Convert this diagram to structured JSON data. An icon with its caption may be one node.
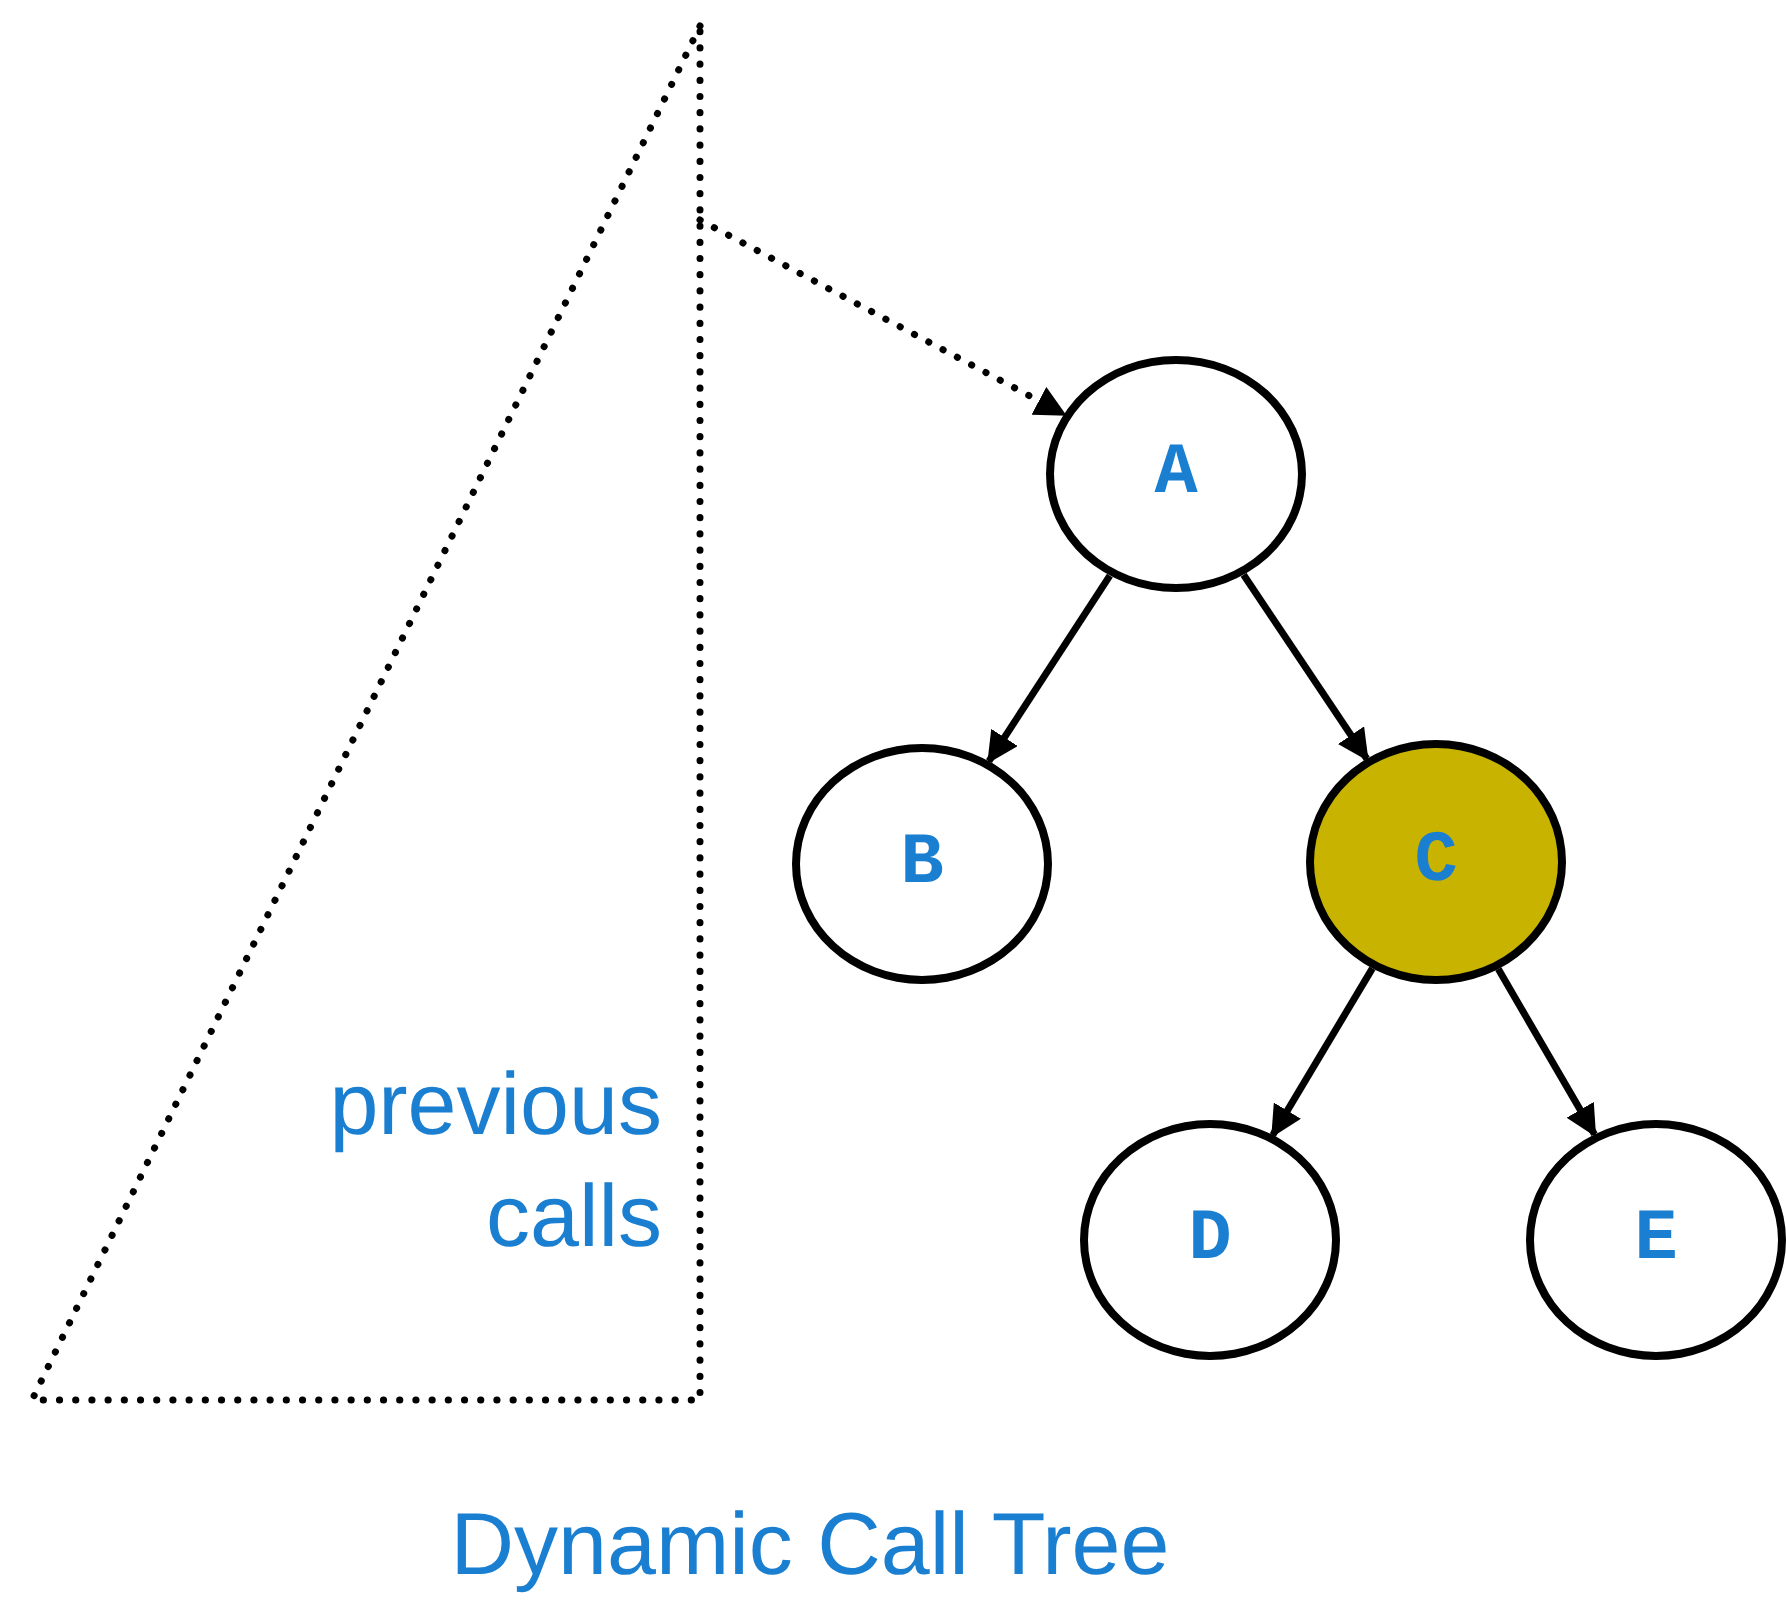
{
  "diagram": {
    "caption": "Dynamic Call Tree",
    "nodes": [
      {
        "text": [
          "previous calls"
        ]
      },
      {
        "text": [
          "A"
        ]
      },
      {
        "text": [
          "B"
        ]
      },
      {
        "text": [
          "C"
        ]
      },
      {
        "text": [
          "D"
        ]
      },
      {
        "text": [
          "E"
        ]
      }
    ],
    "edges": [
      {
        "from": 0,
        "to": 1,
        "arrow": "to",
        "style": "dashed"
      },
      {
        "from": 1,
        "to": 2,
        "arrow": "to"
      },
      {
        "from": 1,
        "to": 3,
        "arrow": "to"
      },
      {
        "from": 3,
        "to": 4,
        "arrow": "to"
      },
      {
        "from": 3,
        "to": 5,
        "arrow": "to"
      }
    ]
  }
}
